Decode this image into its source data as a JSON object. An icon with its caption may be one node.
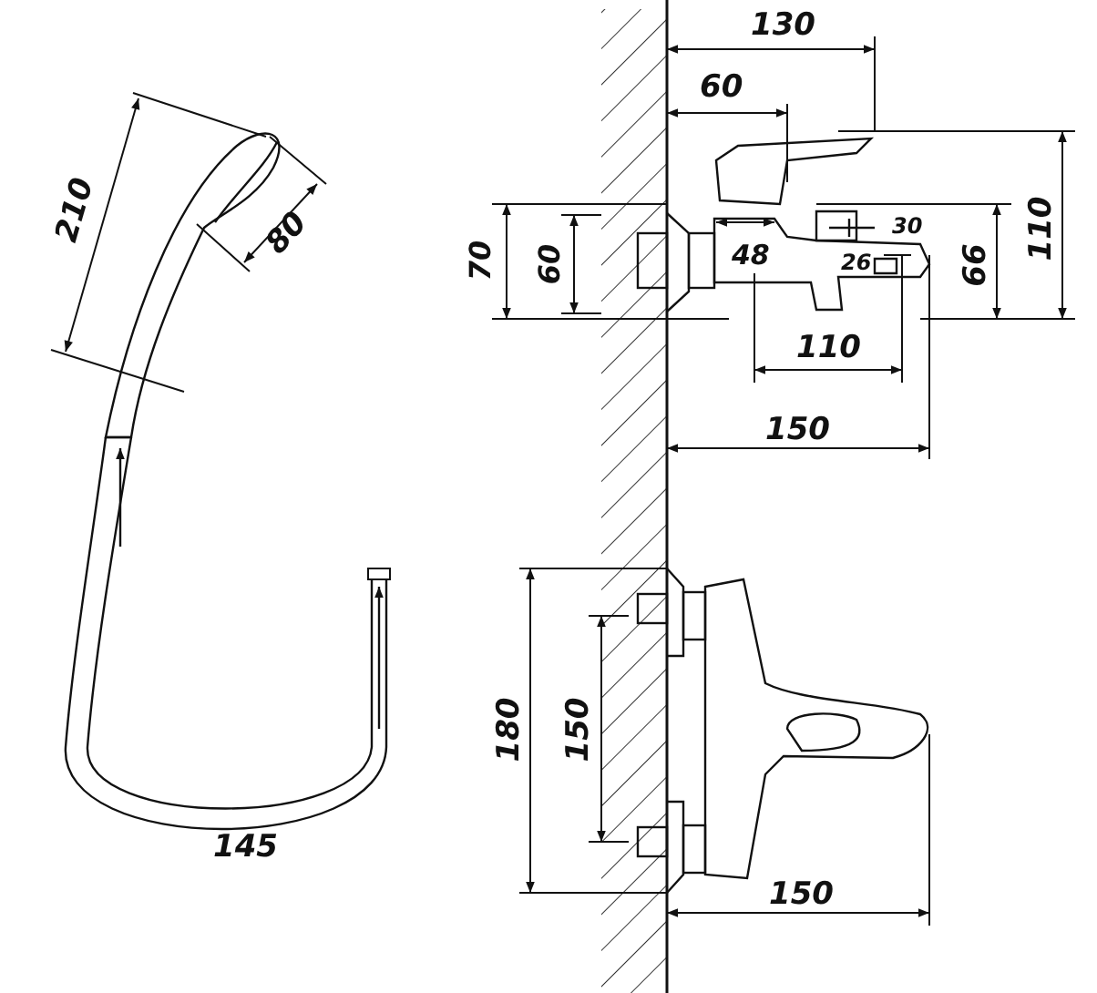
{
  "diagram": {
    "labels": [
      "130",
      "60",
      "210",
      "80",
      "70",
      "60",
      "48",
      "30",
      "66",
      "110",
      "26",
      "110",
      "150",
      "180",
      "150",
      "145",
      "150"
    ]
  }
}
